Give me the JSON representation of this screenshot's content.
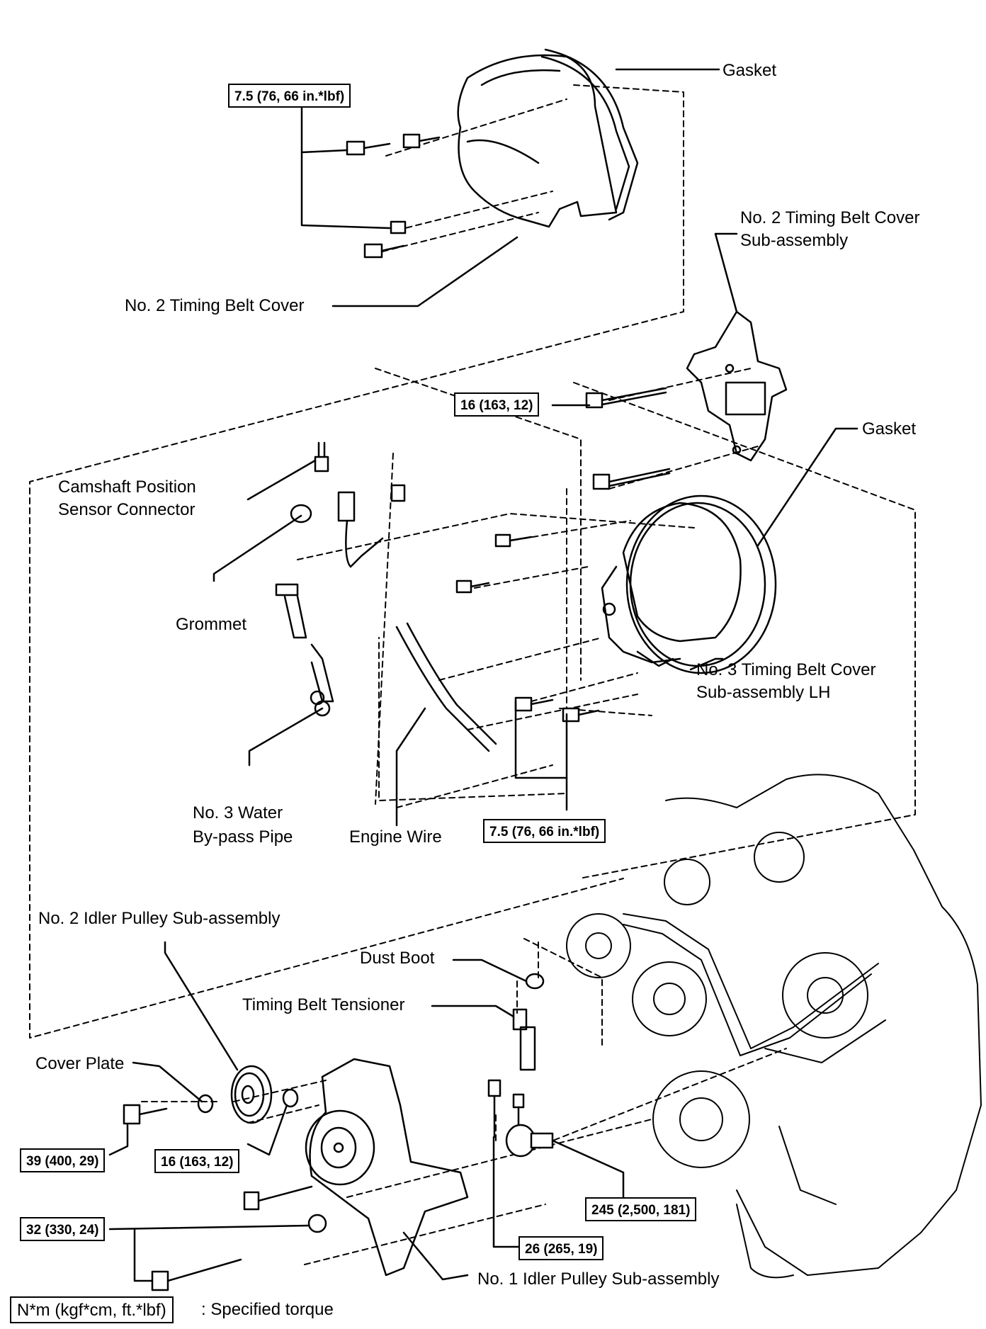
{
  "labels": {
    "gasket_top": "Gasket",
    "no2_cover": "No. 2 Timing Belt Cover",
    "no2_cover_sub_l1": "No. 2 Timing Belt Cover",
    "no2_cover_sub_l2": "Sub-assembly",
    "gasket_mid": "Gasket",
    "cam_sensor_l1": "Camshaft Position",
    "cam_sensor_l2": "Sensor Connector",
    "grommet": "Grommet",
    "no3_cover_l1": "No. 3 Timing Belt Cover",
    "no3_cover_l2": "Sub-assembly LH",
    "water_pipe_l1": "No. 3 Water",
    "water_pipe_l2": "By-pass Pipe",
    "engine_wire": "Engine Wire",
    "no2_idler": "No. 2 Idler Pulley Sub-assembly",
    "dust_boot": "Dust Boot",
    "tensioner": "Timing Belt Tensioner",
    "cover_plate": "Cover Plate",
    "no1_idler": "No. 1 Idler Pulley Sub-assembly"
  },
  "torques": {
    "t_top": "7.5 (76, 66 in.*lbf)",
    "t_16_upper": "16 (163, 12)",
    "t_mid": "7.5 (76, 66 in.*lbf)",
    "t_39": "39 (400, 29)",
    "t_16_lower": "16 (163, 12)",
    "t_32": "32 (330, 24)",
    "t_245": "245 (2,500, 181)",
    "t_26": "26 (265, 19)"
  },
  "legend": {
    "unit": "N*m (kgf*cm, ft.*lbf)",
    "desc": ": Specified torque"
  }
}
